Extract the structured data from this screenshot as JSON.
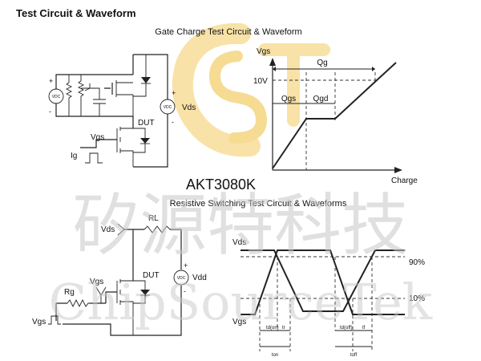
{
  "page": {
    "heading": "Test Circuit & Waveform",
    "part_number": "AKT3080K"
  },
  "gate_charge": {
    "title": "Gate Charge Test Circuit & Waveform",
    "circuit": {
      "source_label": "VDC",
      "supply_label": "VDC",
      "vds_label": "Vds",
      "plus": "+",
      "minus": "-",
      "dut_label": "DUT",
      "vgs_label": "Vgs",
      "ig_label": "Ig"
    },
    "waveform": {
      "y_label": "Vgs",
      "x_label": "Charge",
      "level_10v": "10V",
      "qg": "Qg",
      "qgs": "Qgs",
      "qgd": "Qgd"
    }
  },
  "switching": {
    "title": "Resistive Switching Test Circuit & Waveforms",
    "circuit": {
      "vds_label": "Vds",
      "rl_label": "RL",
      "rg_label": "Rg",
      "vgs_label": "Vgs",
      "dut_label": "DUT",
      "vdd_label": "Vdd",
      "supply_label": "VDC",
      "plus": "+",
      "minus": "-",
      "input_label": "Vgs"
    },
    "waveform": {
      "vds_label": "Vds",
      "vgs_label": "Vgs",
      "level_90": "90%",
      "level_10": "10%",
      "td_on": "td(on)",
      "tr": "tr",
      "td_off": "td(off)",
      "tf": "tf",
      "t_on": "ton",
      "t_off": "toff"
    }
  },
  "watermark": {
    "chinese": "矽源特科技",
    "english": "ChipSourceTek",
    "logo_letters": "CST",
    "logo_color": "#f6d98a"
  }
}
